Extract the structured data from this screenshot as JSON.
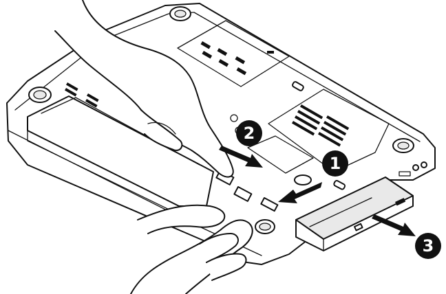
{
  "steps": [
    {
      "number": "1"
    },
    {
      "number": "2"
    },
    {
      "number": "3"
    }
  ],
  "colors": {
    "ink": "#111111",
    "paper": "#ffffff",
    "shade": "#e9e9e9"
  }
}
